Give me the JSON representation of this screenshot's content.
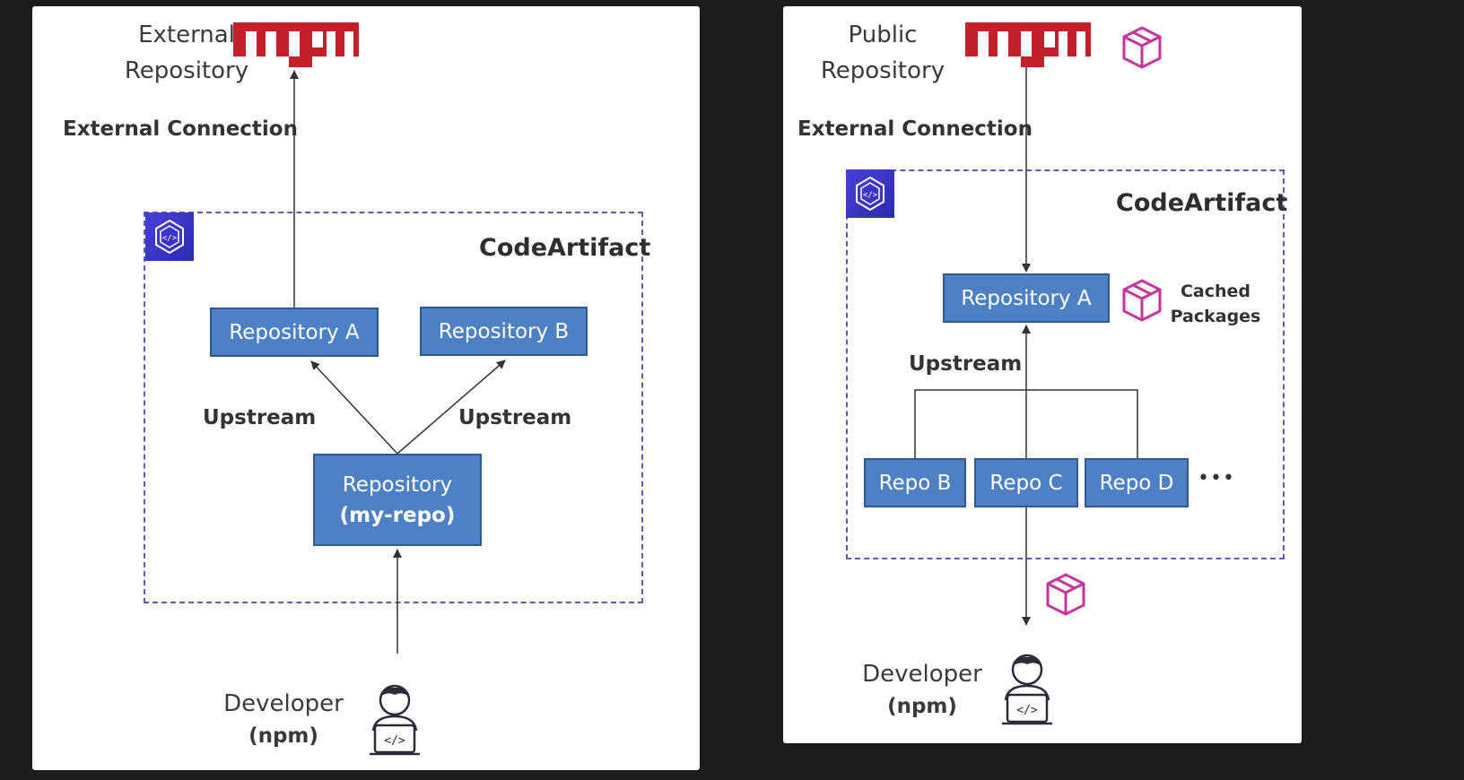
{
  "left": {
    "external_label": "External Repository",
    "npm_logo": "npm",
    "connection_label": "External Connection",
    "codeartifact_title": "CodeArtifact",
    "repo_a": "Repository A",
    "repo_b": "Repository B",
    "upstream_left": "Upstream",
    "upstream_right": "Upstream",
    "main_repo_line1": "Repository",
    "main_repo_line2": "(my-repo)",
    "developer": "Developer",
    "developer_sub": "(npm)"
  },
  "right": {
    "public_label": "Public Repository",
    "npm_logo": "npm",
    "connection_label": "External Connection",
    "codeartifact_title": "CodeArtifact",
    "repo_a": "Repository A",
    "cached_label": "Cached Packages",
    "upstream": "Upstream",
    "repo_b": "Repo B",
    "repo_c": "Repo C",
    "repo_d": "Repo D",
    "more": "•••",
    "developer": "Developer",
    "developer_sub": "(npm)"
  },
  "colors": {
    "npm_red": "#c3202b",
    "repo_blue": "#4d80c4",
    "boundary": "#5a5eb0",
    "package_pink": "#c8339e"
  },
  "icons": [
    "npm-logo",
    "codeartifact-icon",
    "package-icon",
    "developer-icon"
  ]
}
